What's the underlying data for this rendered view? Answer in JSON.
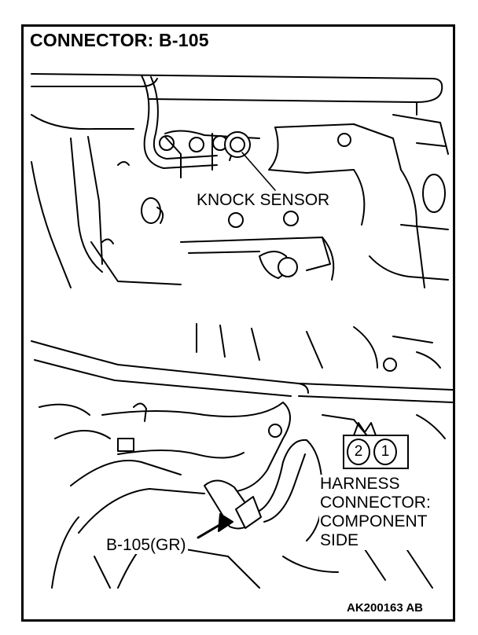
{
  "title": "CONNECTOR: B-105",
  "top_view": {
    "knock_sensor_label": "KNOCK SENSOR"
  },
  "bottom_view": {
    "harness_label_lines": [
      "HARNESS",
      "CONNECTOR:",
      "COMPONENT",
      "SIDE"
    ],
    "connector_label": "B-105(GR)",
    "pins": [
      "2",
      "1"
    ]
  },
  "figure_code": "AK200163 AB",
  "colors": {
    "line": "#000000",
    "background": "#ffffff"
  }
}
